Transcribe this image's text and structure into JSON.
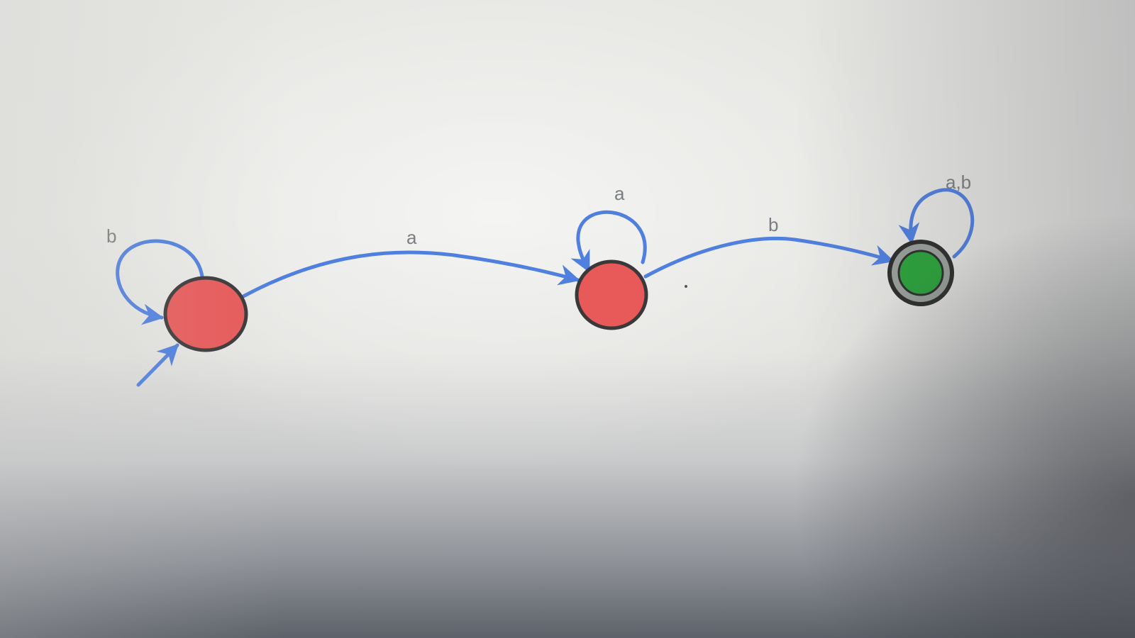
{
  "diagram": {
    "states": [
      {
        "id": "q0",
        "kind": "start",
        "color": "#e85a5a"
      },
      {
        "id": "q1",
        "kind": "normal",
        "color": "#e85a5a"
      },
      {
        "id": "q2",
        "kind": "accept",
        "color": "#2aa33a"
      }
    ],
    "transitions": [
      {
        "from": "q0",
        "to": "q0",
        "label": "b"
      },
      {
        "from": "q0",
        "to": "q1",
        "label": "a"
      },
      {
        "from": "q1",
        "to": "q1",
        "label": "a"
      },
      {
        "from": "q1",
        "to": "q2",
        "label": "b"
      },
      {
        "from": "q2",
        "to": "q2",
        "label": "a,b"
      }
    ],
    "edge_color": "#4f7fdf"
  }
}
